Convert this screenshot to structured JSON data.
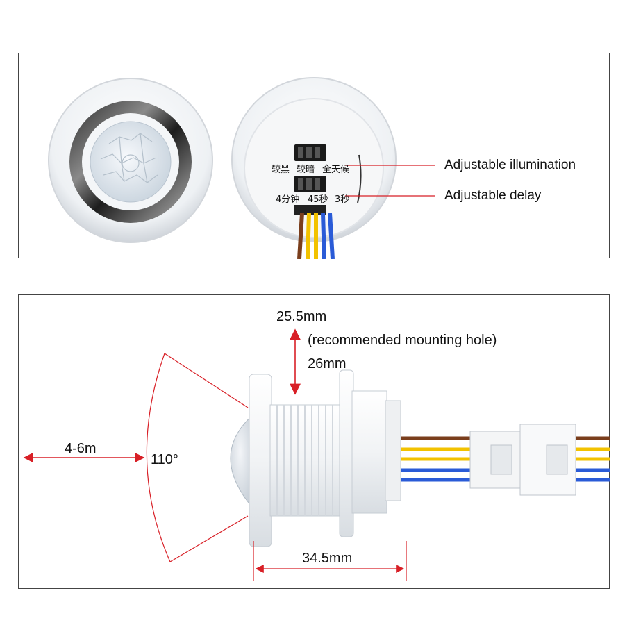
{
  "top_panel": {
    "switch_labels_row1": [
      "较黑",
      "较暗",
      "全天候"
    ],
    "switch_labels_row2": [
      "4分钟",
      "45秒",
      "3秒"
    ],
    "callout_illumination": "Adjustable illumination",
    "callout_delay": "Adjustable delay"
  },
  "bottom_panel": {
    "hole_size_a": "25.5mm",
    "hole_note": "(recommended mounting hole)",
    "hole_size_b": "26mm",
    "range": "4-6m",
    "angle": "110°",
    "length": "34.5mm"
  },
  "colors": {
    "dimension_lines": "#d81f26",
    "wire_brown": "#7a3e1c",
    "wire_yellow": "#f2c200",
    "wire_blue": "#2a5bd7"
  }
}
